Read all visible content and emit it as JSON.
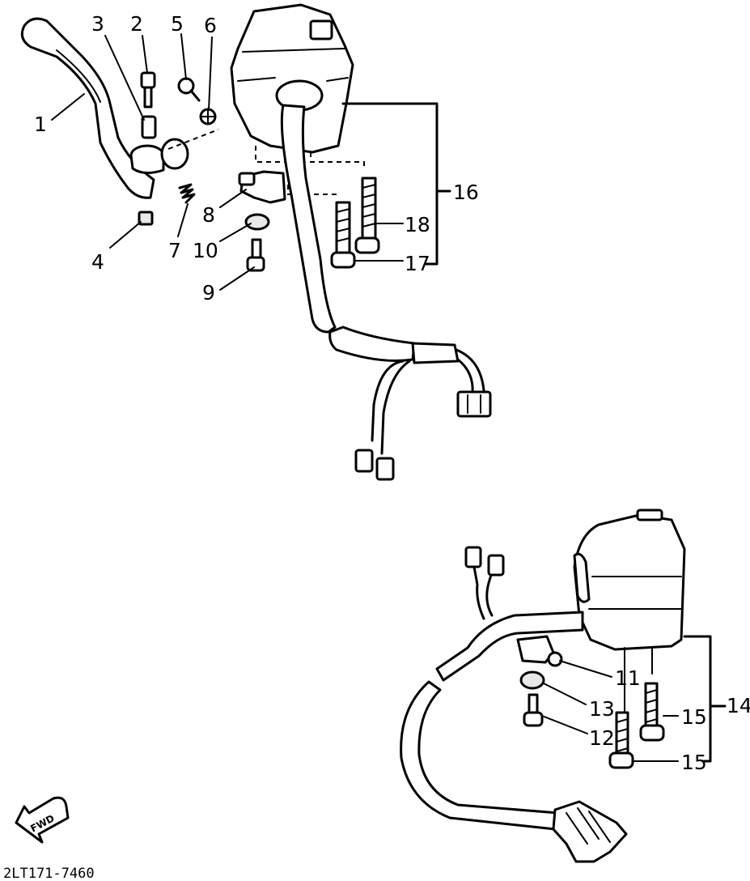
{
  "diagram": {
    "callouts": [
      {
        "id": "1",
        "text": "1"
      },
      {
        "id": "2",
        "text": "2"
      },
      {
        "id": "3",
        "text": "3"
      },
      {
        "id": "4",
        "text": "4"
      },
      {
        "id": "5",
        "text": "5"
      },
      {
        "id": "6",
        "text": "6"
      },
      {
        "id": "7",
        "text": "7"
      },
      {
        "id": "8",
        "text": "8"
      },
      {
        "id": "9",
        "text": "9"
      },
      {
        "id": "10",
        "text": "10"
      },
      {
        "id": "11",
        "text": "11"
      },
      {
        "id": "12",
        "text": "12"
      },
      {
        "id": "13",
        "text": "13"
      },
      {
        "id": "14",
        "text": "14"
      },
      {
        "id": "15a",
        "text": "15"
      },
      {
        "id": "15b",
        "text": "15"
      },
      {
        "id": "16",
        "text": "16"
      },
      {
        "id": "17",
        "text": "17"
      },
      {
        "id": "18",
        "text": "18"
      }
    ],
    "direction_arrow": "FWD",
    "drawing_code": "2LT171-7460"
  }
}
